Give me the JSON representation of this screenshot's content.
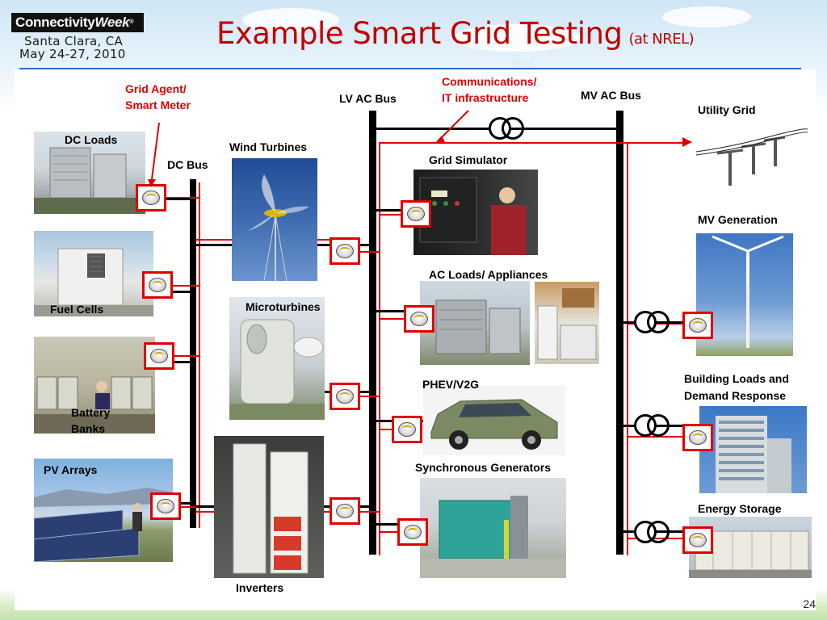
{
  "header": {
    "logo_main": "Connectivity",
    "logo_week": "Week",
    "logo_mark": "®",
    "location": "Santa Clara, CA",
    "dates": "May 24-27, 2010",
    "title": "Example Smart Grid Testing",
    "title_sub": "(at NREL)"
  },
  "labels": {
    "grid_faint": "Grid",
    "grid_agent_line1": "Grid Agent/",
    "grid_agent_line2": "Smart Meter",
    "comms_line1": "Communications/",
    "comms_line2": "IT infrastructure",
    "lv_ac_bus": "LV AC Bus",
    "mv_ac_bus": "MV AC Bus",
    "utility_grid": "Utility Grid",
    "dc_loads": "DC Loads",
    "dc_bus": "DC Bus",
    "wind_turbines": "Wind Turbines",
    "grid_simulator": "Grid Simulator",
    "mv_generation": "MV Generation",
    "ac_loads": "AC Loads/ Appliances",
    "fuel_cells": "Fuel Cells",
    "microturbines": "Microturbines",
    "building_loads_line1": "Building Loads and",
    "building_loads_line2": "Demand Response",
    "phev": "PHEV/V2G",
    "battery_line1": "Battery",
    "battery_line2": "Banks",
    "pv_arrays": "PV Arrays",
    "sync_generators": "Synchronous Generators",
    "energy_storage": "Energy Storage",
    "inverters": "Inverters"
  },
  "page_number": "24",
  "colors": {
    "title_red": "#c00000",
    "annotation_red": "#e00000",
    "rule_blue": "#3366cc",
    "bus_black": "#000000"
  },
  "icons": {
    "meter": "smart-meter-icon",
    "transformer": "transformer-icon",
    "utility_grid": "power-pole-icon"
  }
}
